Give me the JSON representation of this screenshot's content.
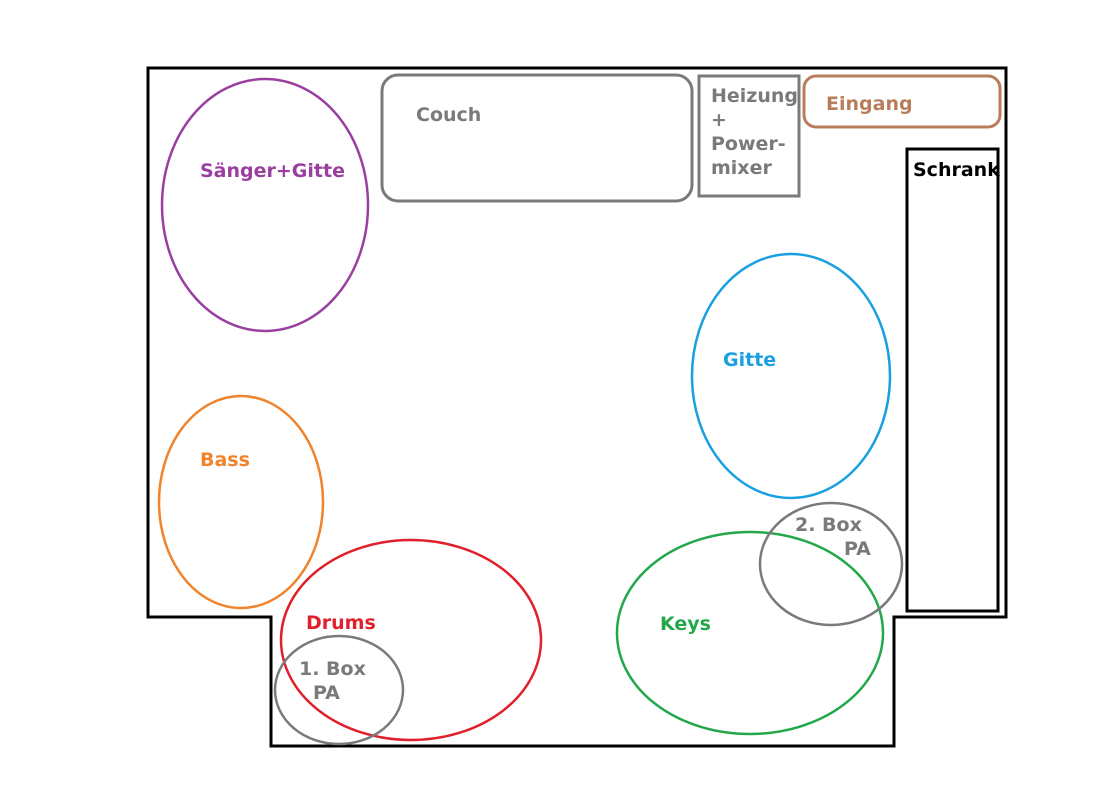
{
  "colors": {
    "wall": "#000000",
    "grey": "#7a7a7a",
    "purple": "#9a3fa0",
    "orange": "#f0832b",
    "red": "#e0202a",
    "green": "#22a84a",
    "blue": "#1a9fe0",
    "brown": "#b87d5a",
    "black": "#000000"
  },
  "labels": {
    "couch": "Couch",
    "heizung": [
      "Heizung",
      "+",
      "Power-",
      "mixer"
    ],
    "eingang": "Eingang",
    "schrank": "Schrank",
    "saenger": "Sänger+Gitte",
    "gitte": "Gitte",
    "bass": "Bass",
    "drums": "Drums",
    "keys": "Keys",
    "box1": [
      "1. Box",
      "PA"
    ],
    "box2": [
      "2. Box",
      "PA"
    ]
  }
}
